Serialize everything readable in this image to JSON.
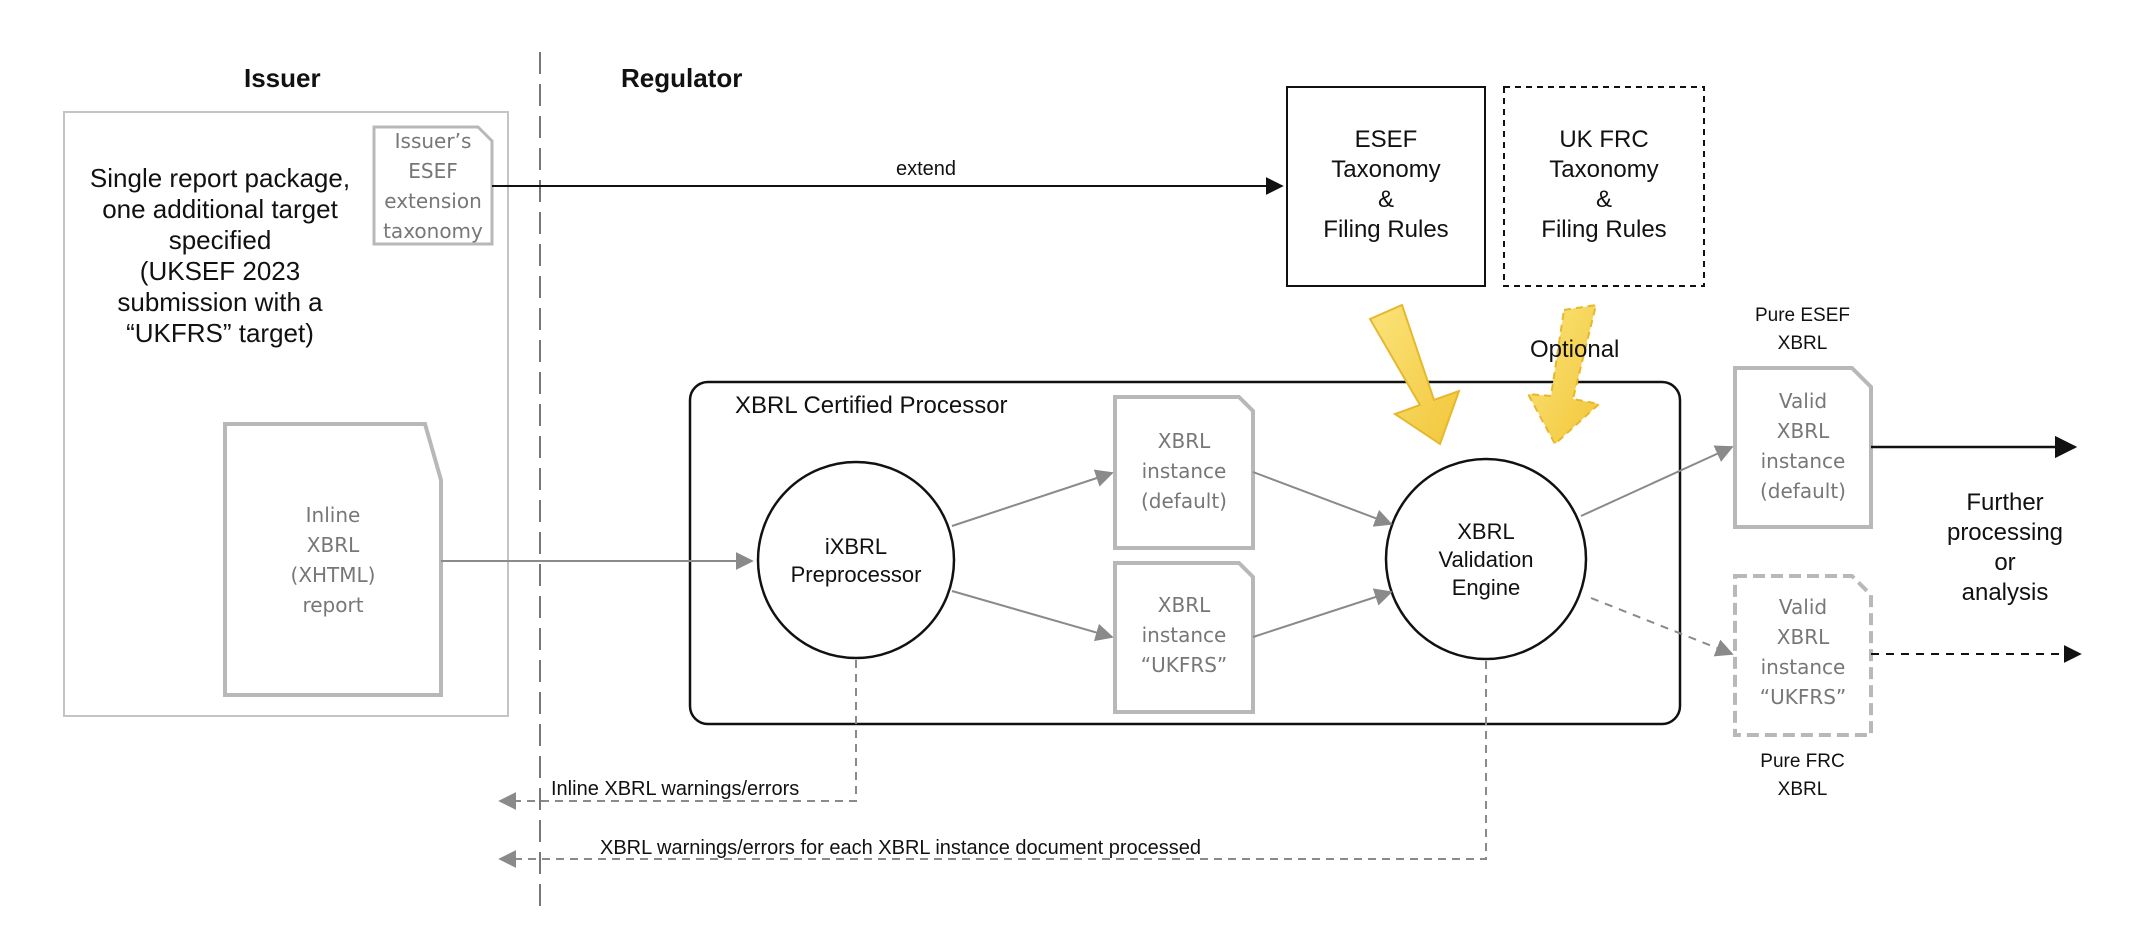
{
  "headers": {
    "issuer": "Issuer",
    "regulator": "Regulator"
  },
  "issuer_box": {
    "description": [
      "Single report package,",
      "one additional target",
      "specified",
      "(UKSEF 2023",
      "submission with a",
      "“UKFRS” target)"
    ],
    "extension_doc": [
      "Issuer’s",
      "ESEF",
      "extension",
      "taxonomy"
    ],
    "report_doc": [
      "Inline",
      "XBRL",
      "(XHTML)",
      "report"
    ]
  },
  "arrows": {
    "extend": "extend"
  },
  "taxonomies": {
    "esef": [
      "ESEF",
      "Taxonomy",
      "&",
      "Filing Rules"
    ],
    "ukfrc": [
      "UK FRC",
      "Taxonomy",
      "&",
      "Filing Rules"
    ],
    "optional_label": "Optional"
  },
  "processor": {
    "title": "XBRL Certified Processor",
    "preprocessor": [
      "iXBRL",
      "Preprocessor"
    ],
    "instance_default": [
      "XBRL",
      "instance",
      "(default)"
    ],
    "instance_ukfrs": [
      "XBRL",
      "instance",
      "“UKFRS”"
    ],
    "validation_engine": [
      "XBRL",
      "Validation",
      "Engine"
    ]
  },
  "outputs": {
    "pure_esef": [
      "Pure ESEF",
      "XBRL"
    ],
    "valid_default": [
      "Valid",
      "XBRL",
      "instance",
      "(default)"
    ],
    "valid_ukfrs": [
      "Valid",
      "XBRL",
      "instance",
      "“UKFRS”"
    ],
    "pure_frc": [
      "Pure FRC",
      "XBRL"
    ],
    "further": [
      "Further",
      "processing",
      "or",
      "analysis"
    ]
  },
  "errors": {
    "inline": "Inline XBRL warnings/errors",
    "xbrl": "XBRL warnings/errors for each XBRL instance document processed"
  },
  "colors": {
    "arrow_yellow": "#f7d64a",
    "arrow_yellow_edge": "#e6b82e",
    "doc_border": "#b8b8b8",
    "line_gray": "#8a8a8a"
  }
}
